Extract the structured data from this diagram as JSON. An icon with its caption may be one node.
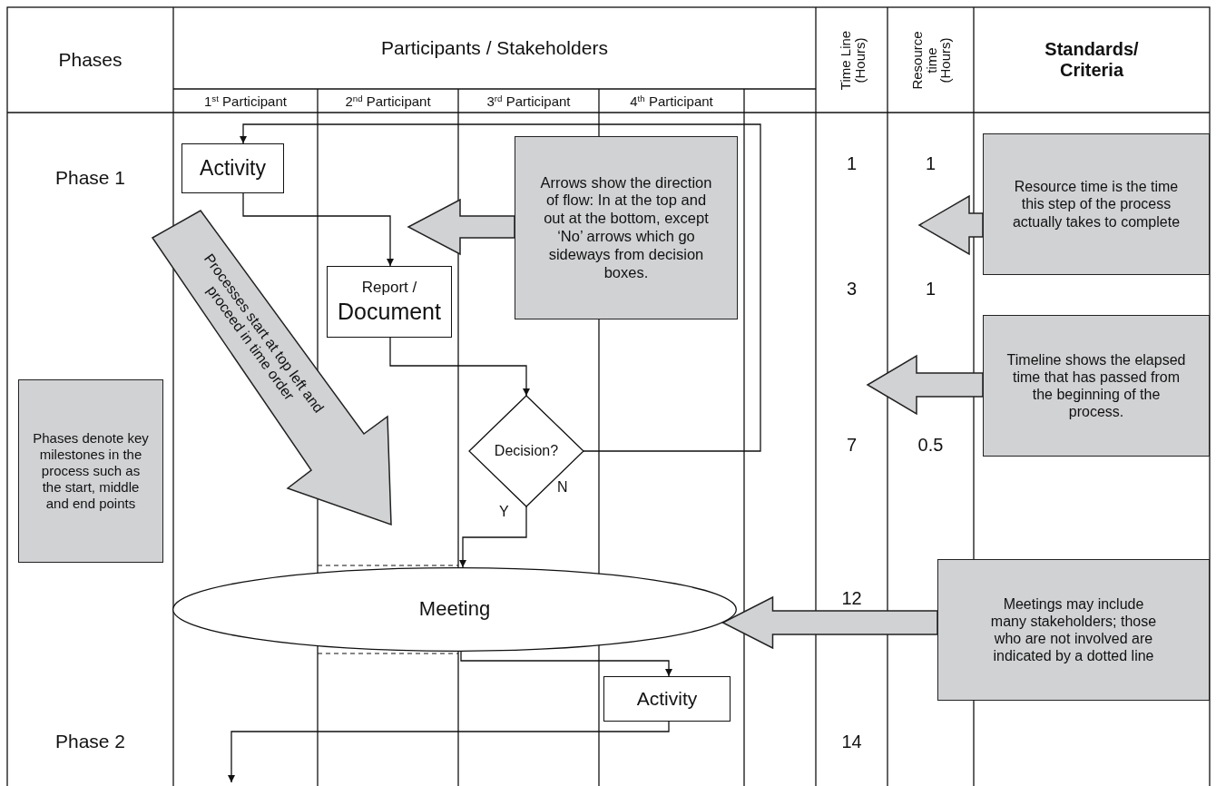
{
  "diagram": {
    "nodes": [
      {
        "text": [
          "Activity"
        ]
      },
      {
        "text": [
          "Report /",
          "Document"
        ]
      },
      {
        "text": [
          "Decision?"
        ]
      },
      {
        "text": [
          "Meeting"
        ]
      },
      {
        "text": [
          "Activity"
        ]
      },
      {
        "text": [
          "Arrows show the direction of flow: In at the top and out at the bottom, except ‘No’ arrows which go sideways from decision boxes."
        ]
      },
      {
        "text": [
          "Resource time is the time this step of the process actually takes to complete"
        ]
      },
      {
        "text": [
          "Timeline shows the elapsed time that has passed from the beginning of the process."
        ]
      },
      {
        "text": [
          "Meetings may include many stakeholders; those who are not involved are indicated by a dotted line"
        ]
      },
      {
        "text": [
          "Phases denote key milestones in the process such as the start, middle and end points"
        ]
      },
      {
        "text": [
          "Processes start at top left and proceed in time order"
        ]
      }
    ],
    "edges": [
      {
        "from": 2,
        "to": 0,
        "arrow": "to",
        "label": "N"
      },
      {
        "from": 0,
        "to": 1,
        "arrow": "to"
      },
      {
        "from": 1,
        "to": 2,
        "arrow": "to"
      },
      {
        "from": 2,
        "to": 3,
        "arrow": "to",
        "label": "Y"
      },
      {
        "from": 3,
        "to": 4,
        "arrow": "to"
      },
      {
        "from": 4,
        "to": null,
        "arrow": "to"
      },
      {
        "from": 5,
        "to": null,
        "arrow": "to",
        "style": "thick"
      },
      {
        "from": 6,
        "to": null,
        "arrow": "to",
        "style": "thick"
      },
      {
        "from": 7,
        "to": null,
        "arrow": "to",
        "style": "thick"
      },
      {
        "from": 8,
        "to": 3,
        "arrow": "to",
        "style": "thick"
      }
    ],
    "labels": [
      "Phases",
      "Participants / Stakeholders",
      "1$^{st}$ Participant",
      "2$^{nd}$ Participant",
      "3$^{rd}$ Participant",
      "4$^{th}$ Participant",
      "Time Line (Hours)",
      "Resource time (Hours)",
      "Standards/ Criteria",
      "Phase 1",
      "1",
      "1",
      "3",
      "1",
      "7",
      "0.5",
      "12",
      "Phase 2",
      "14"
    ]
  }
}
